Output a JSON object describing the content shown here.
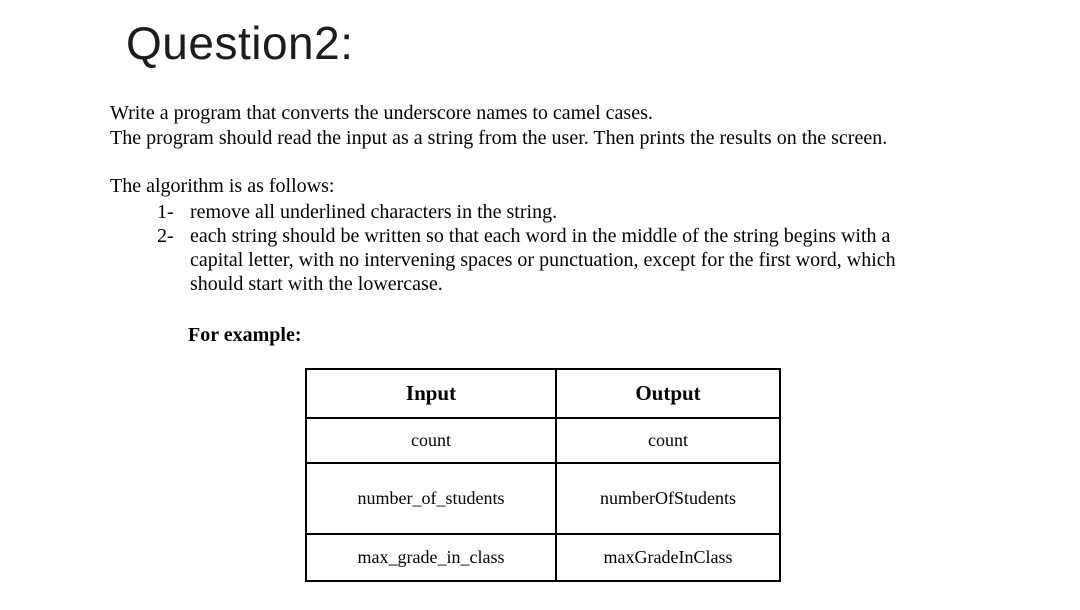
{
  "page": {
    "background_color": "#ffffff",
    "text_color": "#000000"
  },
  "title": "Question2:",
  "intro": {
    "lines": [
      "Write a program that converts the underscore names to camel cases.",
      "The program should read the input as a string from the user. Then prints the results on the screen."
    ]
  },
  "algorithm": {
    "heading": "The algorithm is as follows:",
    "items": [
      {
        "number": "1-",
        "lines": [
          "remove all underlined characters in the string."
        ]
      },
      {
        "number": "2-",
        "lines": [
          "each string should be written so that each word in the middle of the string begins with a",
          "capital letter, with no intervening spaces or punctuation, except for the first word, which",
          "should start with the lowercase."
        ]
      }
    ]
  },
  "example": {
    "label": "For example:",
    "table": {
      "headers": [
        "Input",
        "Output"
      ],
      "rows": [
        [
          "count",
          "count"
        ],
        [
          "number_of_students",
          "numberOfStudents"
        ],
        [
          "max_grade_in_class",
          "maxGradeInClass"
        ]
      ]
    }
  }
}
